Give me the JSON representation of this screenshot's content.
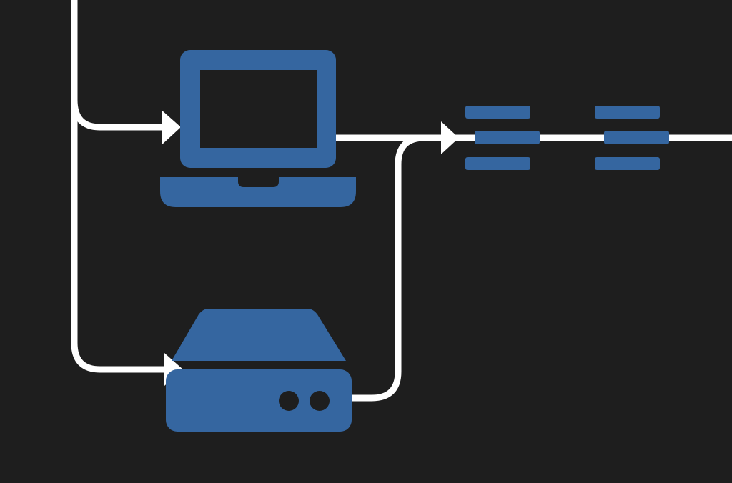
{
  "colors": {
    "background": "#1e1e1e",
    "node": "#3566a0",
    "connector": "#ffffff",
    "cutout": "#1e1e1e"
  },
  "nodes": [
    {
      "id": "laptop",
      "icon": "laptop-icon"
    },
    {
      "id": "server",
      "icon": "server-icon"
    },
    {
      "id": "filter-1",
      "icon": "bars-icon"
    },
    {
      "id": "filter-2",
      "icon": "bars-icon"
    }
  ],
  "edges": [
    {
      "from": "source",
      "to": "laptop"
    },
    {
      "from": "source",
      "to": "server"
    },
    {
      "from": "laptop",
      "to": "output"
    },
    {
      "from": "server",
      "to": "output"
    }
  ]
}
